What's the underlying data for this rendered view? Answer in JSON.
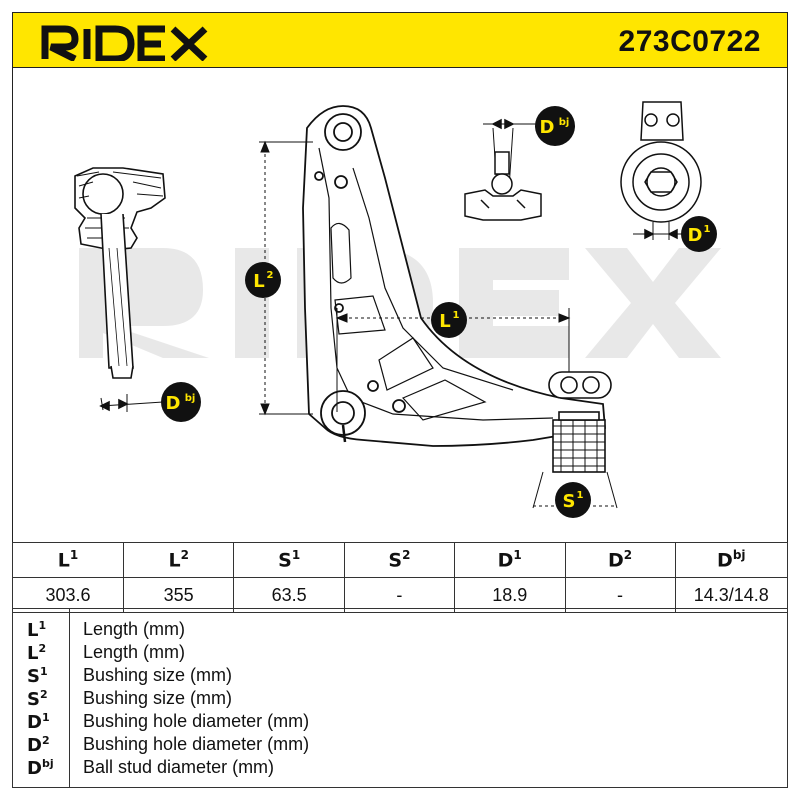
{
  "header": {
    "brand": "RIDEX",
    "part_number": "273C0722"
  },
  "drawing": {
    "watermark": "RIDEX",
    "labels": {
      "L1": {
        "main": "L",
        "sup": "1"
      },
      "L2": {
        "main": "L",
        "sup": "2"
      },
      "S1": {
        "main": "S",
        "sup": "1"
      },
      "D1": {
        "main": "D",
        "sup": "1"
      },
      "Dbj": {
        "main": "D",
        "sup": "bj"
      }
    }
  },
  "spec_table": {
    "headers": [
      {
        "main": "L",
        "sup": "1"
      },
      {
        "main": "L",
        "sup": "2"
      },
      {
        "main": "S",
        "sup": "1"
      },
      {
        "main": "S",
        "sup": "2"
      },
      {
        "main": "D",
        "sup": "1"
      },
      {
        "main": "D",
        "sup": "2"
      },
      {
        "main": "D",
        "sup": "bj"
      }
    ],
    "values": [
      "303.6",
      "355",
      "63.5",
      "-",
      "18.9",
      "-",
      "14.3/14.8"
    ]
  },
  "legend": [
    {
      "key": "L",
      "sup": "1",
      "desc": "Length (mm)"
    },
    {
      "key": "L",
      "sup": "2",
      "desc": "Length (mm)"
    },
    {
      "key": "S",
      "sup": "1",
      "desc": "Bushing size (mm)"
    },
    {
      "key": "S",
      "sup": "2",
      "desc": "Bushing size (mm)"
    },
    {
      "key": "D",
      "sup": "1",
      "desc": "Bushing hole diameter (mm)"
    },
    {
      "key": "D",
      "sup": "2",
      "desc": "Bushing hole diameter (mm)"
    },
    {
      "key": "D",
      "sup": "bj",
      "desc": "Ball stud diameter (mm)"
    }
  ],
  "colors": {
    "accent": "#ffe600",
    "badge": "#111111",
    "badge_text": "#ffe600",
    "watermark": "#e6e6e6"
  }
}
